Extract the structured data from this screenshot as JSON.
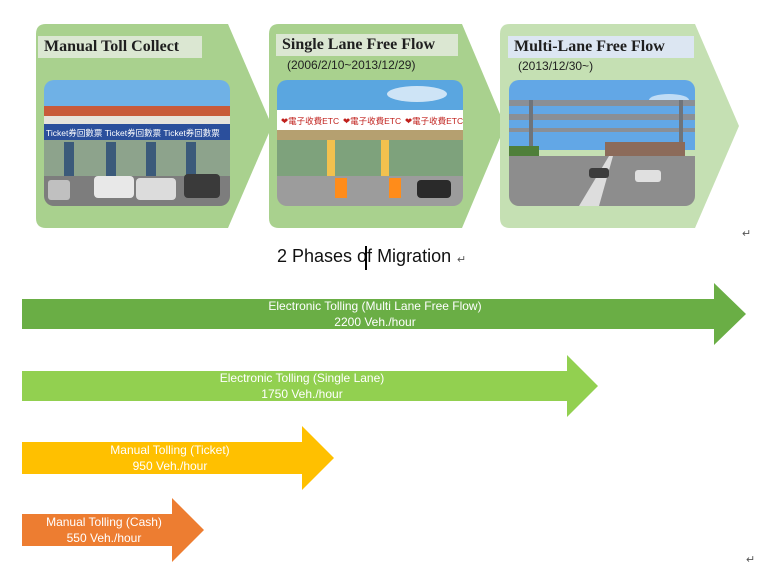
{
  "phases": [
    {
      "title": "Manual Toll Collect",
      "date": ""
    },
    {
      "title": "Single Lane Free Flow",
      "date": "(2006/2/10~2013/12/29)"
    },
    {
      "title": "Multi-Lane Free Flow",
      "date": "(2013/12/30~)"
    }
  ],
  "photo_signs": {
    "manual": "Ticket券回數票 Ticket券回數票 Ticket券回數票",
    "etc": "❤電子收費ETC"
  },
  "migration_title": "2 Phases of Migration",
  "para_mark": "↵",
  "arrows": [
    {
      "name": "Electronic Tolling (Multi Lane Free Flow)",
      "rate": "2200 Veh./hour",
      "color": "#6aae45"
    },
    {
      "name": "Electronic Tolling (Single Lane)",
      "rate": "1750 Veh./hour",
      "color": "#92d050"
    },
    {
      "name": "Manual Tolling (Ticket)",
      "rate": "950 Veh./hour",
      "color": "#ffc000"
    },
    {
      "name": "Manual Tolling (Cash)",
      "rate": "550 Veh./hour",
      "color": "#ed7d31"
    }
  ],
  "colors": {
    "chevron": "#a9d18e",
    "title_box": "#dbe7d2",
    "title_box_blue": "#dce6f2"
  }
}
